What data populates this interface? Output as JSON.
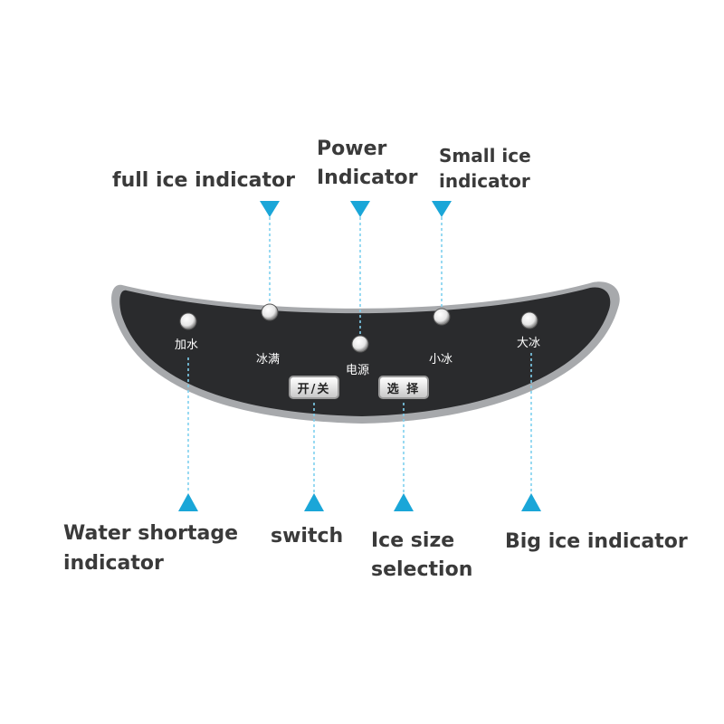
{
  "panel": {
    "indicators": {
      "water_shortage": "加水",
      "full_ice": "冰满",
      "power": "电源",
      "small_ice": "小冰",
      "big_ice": "大冰"
    },
    "buttons": {
      "switch": "开/关",
      "select": "选 择"
    }
  },
  "annotations": {
    "full_ice": "full ice indicator",
    "power_line1": "Power",
    "power_line2": "Indicator",
    "small_ice_line1": "Small ice",
    "small_ice_line2": "indicator",
    "water_shortage_line1": "Water shortage",
    "water_shortage_line2": "indicator",
    "switch": "switch",
    "ice_size_line1": "Ice size",
    "ice_size_line2": "selection",
    "big_ice": "Big ice indicator"
  },
  "colors": {
    "pointer": "#1aa6d8",
    "panel_fill": "#2a2b2d",
    "panel_rim": "#9ea0a3",
    "label_text": "#3a3a3a"
  },
  "icons": {
    "pointer_down": "triangle-down-icon",
    "pointer_up": "triangle-up-icon",
    "led": "led-indicator-icon"
  }
}
